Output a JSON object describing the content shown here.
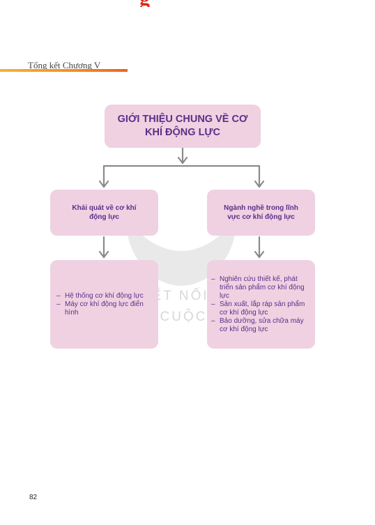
{
  "page": {
    "top_fragment": "g",
    "chapter_header": "Tổng kết Chương V",
    "page_number": "82"
  },
  "diagram": {
    "root": "GIỚI THIỆU CHUNG VỀ CƠ KHÍ ĐỘNG LỰC",
    "left_branch": {
      "title": "Khái quát về cơ khí động lực",
      "items": [
        "Hệ thống cơ khí động lực",
        "Máy cơ khí động lực điển hình"
      ]
    },
    "right_branch": {
      "title": "Ngành nghề trong lĩnh vực cơ khí động lực",
      "items": [
        "Nghiên cứu thiết kế, phát triển sản phẩm cơ khí động lực",
        "Sản xuất, lắp ráp sản phẩm cơ khí động lực",
        "Bảo dưỡng, sửa chữa máy cơ khí động lực"
      ]
    }
  },
  "watermark": {
    "line1": "KẾT NỐI TRI THỨC",
    "line2": "VỚI CUỘC SỐNG"
  },
  "colors": {
    "box_fill": "#efd1e2",
    "box_text": "#5b2f88",
    "connector": "#8a8a8a",
    "header_rule_start": "#f7b231",
    "header_rule_end": "#ea6421",
    "title_red": "#e0261c"
  }
}
